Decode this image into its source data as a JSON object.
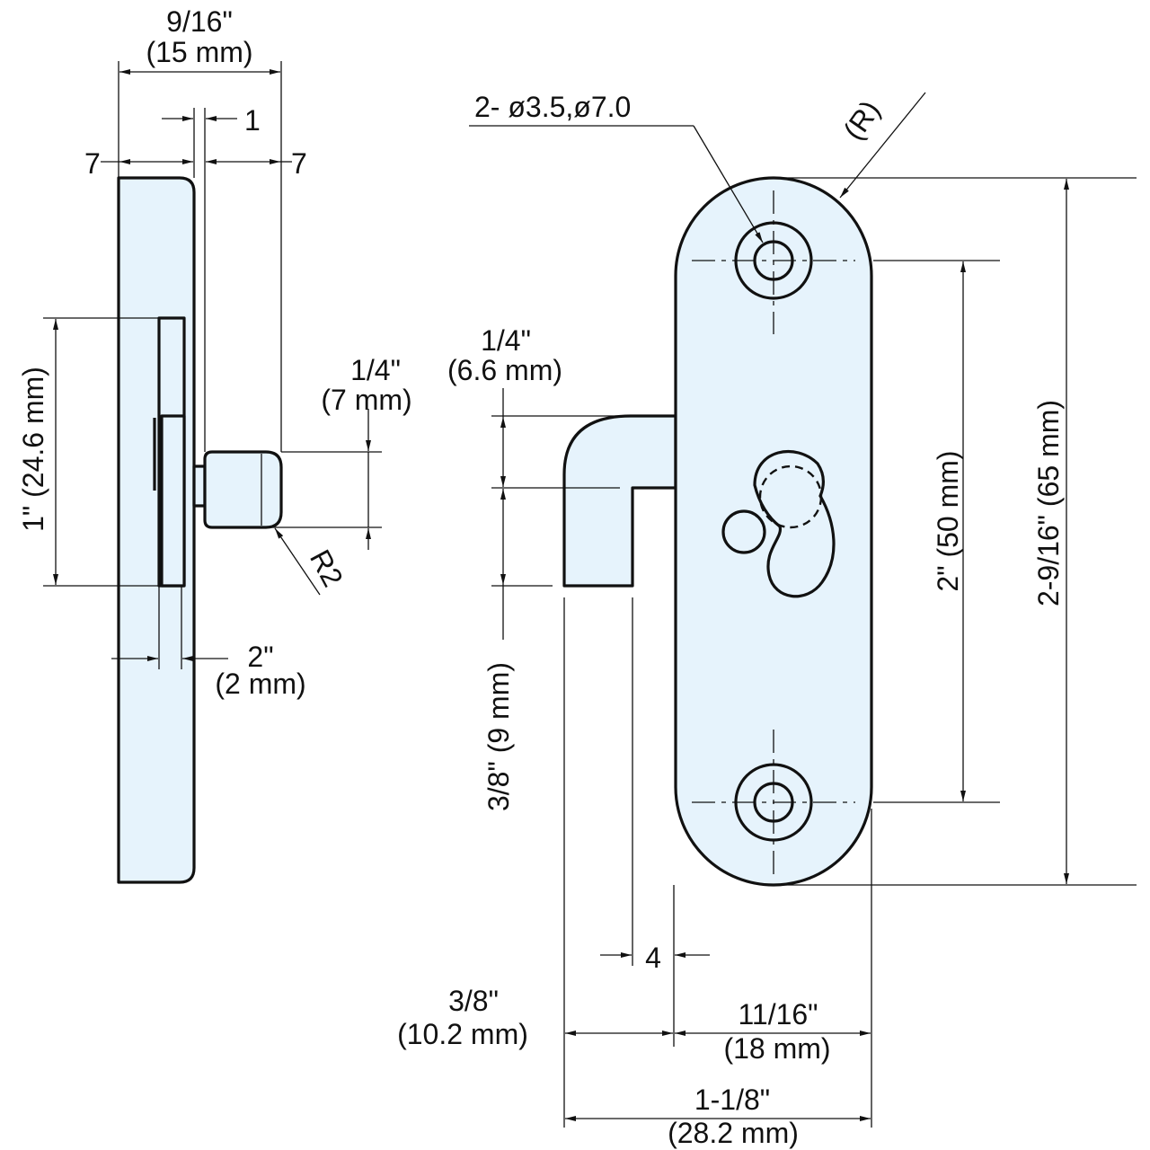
{
  "side_view": {
    "width_inch": "9/16\"",
    "width_mm": "(15 mm)",
    "gap_label": "1",
    "left_offset_label": "7",
    "right_offset_label": "7",
    "pin_height_inch": "1/4\"",
    "pin_height_mm": "(7 mm)",
    "pin_radius_label": "R2",
    "plate_height_label": "1\" (24.6 mm)",
    "plate_thickness_inch": "2\"",
    "plate_thickness_mm": "(2 mm)"
  },
  "front_view": {
    "hole_spec": "2-  ø3.5,ø7.0",
    "radius_label": "(R)",
    "overall_height_label": "2-9/16\" (65 mm)",
    "hole_spacing_label": "2\" (50 mm)",
    "arm_width_inch": "1/4\"",
    "arm_width_mm": "(6.6 mm)",
    "arm_drop_label": "3/8\" (9 mm)",
    "slot_label": "4",
    "arm_length_inch": "3/8\"",
    "arm_length_mm": "(10.2 mm)",
    "body_width_inch": "11/16\"",
    "body_width_mm": "(18 mm)",
    "total_width_inch": "1-1/8\"",
    "total_width_mm": "(28.2 mm)"
  },
  "colors": {
    "part_fill": "#e6f3fc",
    "line": "#111111"
  }
}
